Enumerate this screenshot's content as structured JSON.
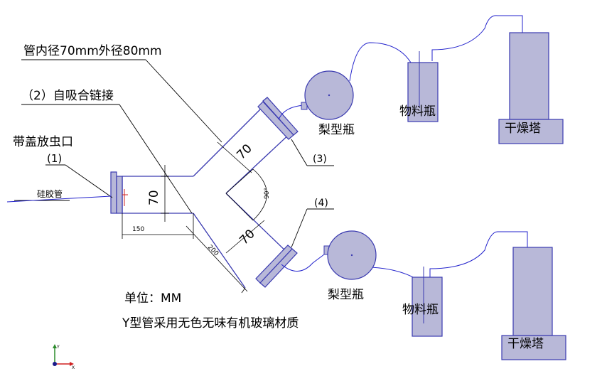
{
  "colors": {
    "pipe": "#3a3ab0",
    "fill": "#b8b8d8",
    "line": "#000000",
    "axis_y": "#2a8a2a",
    "axis_x": "#d02020"
  },
  "labels": {
    "pipe_diameter": "管内径70mm外径80mm",
    "connection": "（2）自吸合链接",
    "cap_outlet": "带盖放虫口",
    "n1": "(1)",
    "n3": "(3)",
    "n4": "(4)",
    "silicone_tube": "硅胶管",
    "pear_flask_top": "梨型瓶",
    "pear_flask_bottom": "梨型瓶",
    "material_bottle_top": "物料瓶",
    "material_bottle_bottom": "物料瓶",
    "drying_tower_top": "干燥塔",
    "drying_tower_bottom": "干燥塔",
    "unit": "单位：MM",
    "material_note": "Y型管采用无色无味有机玻璃材质"
  },
  "dimensions": {
    "left_diameter": "70",
    "upper_branch": "70",
    "lower_branch": "70",
    "angle": "90°",
    "len_150": "150",
    "len_200": "200"
  },
  "axes": {
    "y": "Y",
    "x": "X"
  }
}
